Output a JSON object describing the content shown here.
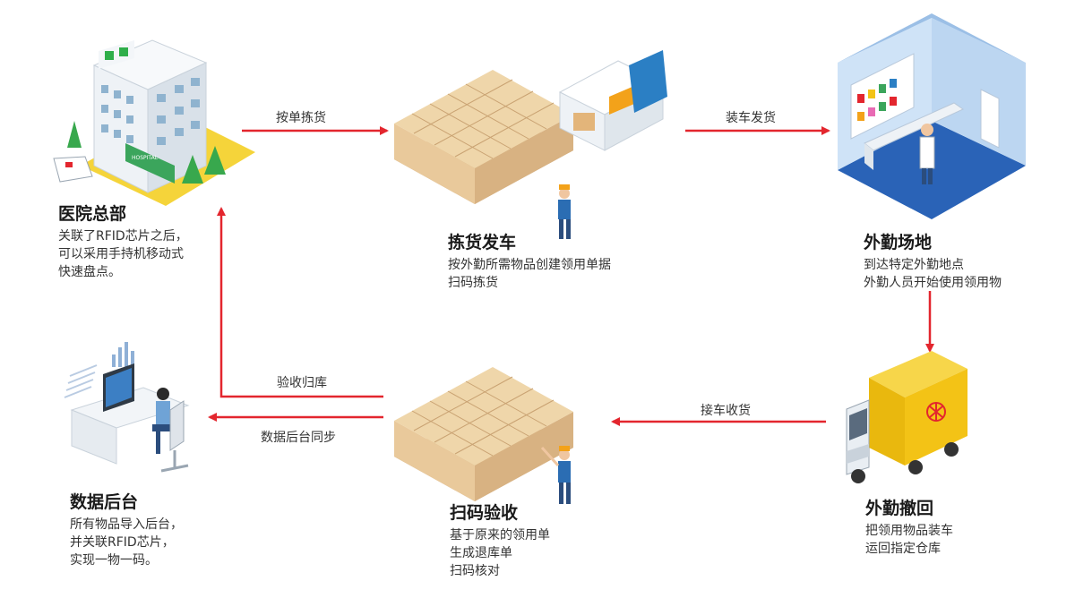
{
  "colors": {
    "arrow": "#e3262e",
    "building": "#e9eef3",
    "box": "#e3c79a",
    "truck_yellow": "#f3c316",
    "room_blue": "#2a63b7"
  },
  "nodes": {
    "hq": {
      "title": "医院总部",
      "lines": [
        "关联了RFID芯片之后，",
        "可以采用手持机移动式",
        "快速盘点。"
      ],
      "icon": "hospital-icon"
    },
    "pick": {
      "title": "拣货发车",
      "lines": [
        "按外勤所需物品创建领用单据",
        "扫码拣货"
      ],
      "icon": "pallet-truck-icon"
    },
    "field": {
      "title": "外勤场地",
      "lines": [
        "到达特定外勤地点",
        "外勤人员开始使用领用物"
      ],
      "icon": "pharmacy-room-icon"
    },
    "recall": {
      "title": "外勤撤回",
      "lines": [
        "把领用物品装车",
        "运回指定仓库"
      ],
      "icon": "delivery-truck-icon"
    },
    "scan": {
      "title": "扫码验收",
      "lines": [
        "基于原来的领用单",
        "生成退库单",
        "扫码核对"
      ],
      "icon": "pallet-worker-icon"
    },
    "backend": {
      "title": "数据后台",
      "lines": [
        "所有物品导入后台，",
        "并关联RFID芯片，",
        "实现一物一码。"
      ],
      "icon": "computer-desk-icon"
    }
  },
  "edges": {
    "pick_goods": "按单拣货",
    "load_ship": "装车发货",
    "receive": "接车收货",
    "return_store": "验收归库",
    "sync": "数据后台同步"
  }
}
